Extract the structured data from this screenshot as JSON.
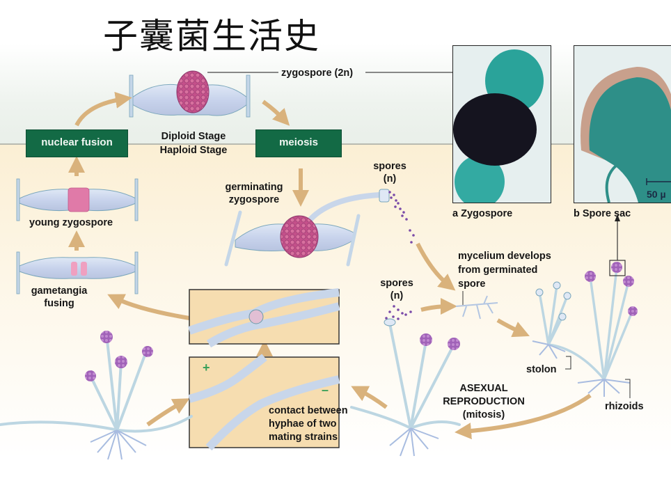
{
  "title": "子囊菌生活史",
  "stages": {
    "diploid": "Diploid Stage",
    "haploid": "Haploid Stage"
  },
  "boxes": {
    "nuclear_fusion": "nuclear fusion",
    "meiosis": "meiosis"
  },
  "labels": {
    "zygospore_2n": "zygospore (2n)",
    "germinating_zygospore_1": "germinating",
    "germinating_zygospore_2": "zygospore",
    "spores_top_1": "spores",
    "spores_top_2": "(n)",
    "young_zygospore": "young zygospore",
    "gametangia_1": "gametangia",
    "gametangia_2": "fusing",
    "mycelium_1": "mycelium develops",
    "mycelium_2": "from germinated",
    "mycelium_3": "spore",
    "spores_mid_1": "spores",
    "spores_mid_2": "(n)",
    "stolon": "stolon",
    "rhizoids": "rhizoids",
    "asexual_1": "ASEXUAL",
    "asexual_2": "REPRODUCTION",
    "asexual_3": "(mitosis)",
    "contact_1": "contact between",
    "contact_2": "hyphae of two",
    "contact_3": "mating strains",
    "plus": "+",
    "minus": "–"
  },
  "photos": {
    "a_caption": "a  Zygospore",
    "b_caption": "b  Spore sac",
    "scale_bar": "50 µ"
  },
  "colors": {
    "box_green": "#136a45",
    "arrow_tan": "#d9b27c",
    "hypha_blue": "#c9d8ea",
    "zygospore_pink": "#c0508a",
    "sporangium_purple": "#9b5bb0",
    "photo_teal": "#2aa39a"
  }
}
